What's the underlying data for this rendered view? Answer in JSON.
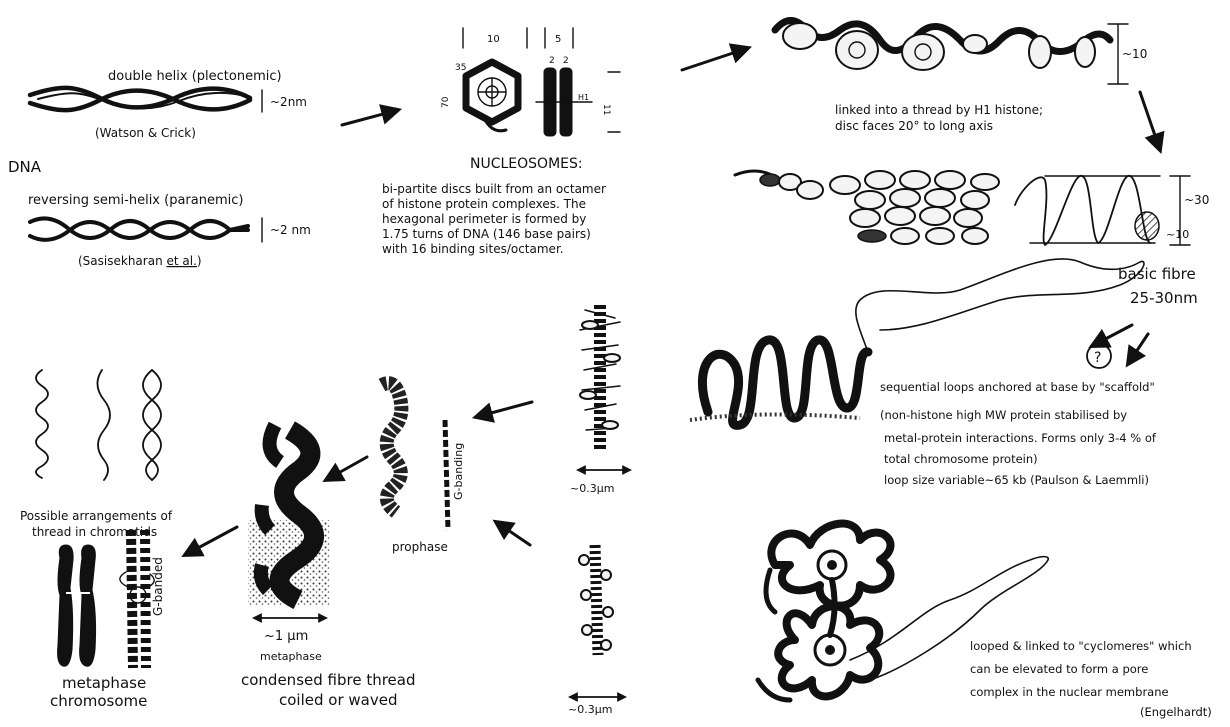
{
  "dna": {
    "label": "DNA",
    "double_helix_title": "double helix  (plectonemic)",
    "double_helix_width": "~2nm",
    "double_helix_credit": "(Watson & Crick)",
    "semihelix_title": "reversing semi-helix  (paranemic)",
    "semihelix_width": "~2 nm",
    "semihelix_credit_prefix": "(Sasisekharan ",
    "semihelix_credit_etal": "et al.",
    "semihelix_credit_suffix": ")"
  },
  "nucleosome": {
    "title": "NUCLEOSOMES:",
    "dims": [
      "10",
      "5",
      "2",
      "2",
      "35",
      "70",
      "H1",
      "11"
    ],
    "description": [
      "bi-partite discs built from an octamer",
      "of histone protein complexes. The",
      "hexagonal perimeter is formed by",
      "1.75 turns of DNA (146 base pairs)",
      "with 16 binding sites/octamer."
    ]
  },
  "thread": {
    "dim": "~10",
    "description": [
      "linked into a thread by H1 histone;",
      "disc faces 20° to long axis"
    ]
  },
  "fibre": {
    "dim_outer": "~30",
    "dim_inner": "~10",
    "label": "basic fibre",
    "size": "25-30nm"
  },
  "loops": {
    "question": "?",
    "description": [
      "sequential loops anchored at base by \"scaffold\"",
      "(non-histone high MW protein stabilised by",
      "metal-protein interactions. Forms only 3-4 % of",
      "total chromosome protein)",
      "loop size variable~65 kb      (Paulson & Laemmli)"
    ]
  },
  "scale_top": "~0.3µm",
  "scale_bottom": "~0.3µm",
  "cyclomeres": {
    "description": [
      "looped & linked to \"cyclomeres\" which",
      "can be elevated to form a pore",
      "complex in the nuclear membrane"
    ],
    "credit": "(Engelhardt)"
  },
  "chromatids": {
    "caption": [
      "Possible arrangements of",
      "thread in chromatids"
    ]
  },
  "prophase": {
    "label": "prophase",
    "banding": "G-banding"
  },
  "metaphase": {
    "scale": "~1 µm",
    "label": "metaphase",
    "fibre_caption": [
      "condensed fibre thread",
      "coiled or waved"
    ],
    "gbanded": "G-banded",
    "chromosome_caption": [
      "metaphase",
      "chromosome"
    ]
  }
}
